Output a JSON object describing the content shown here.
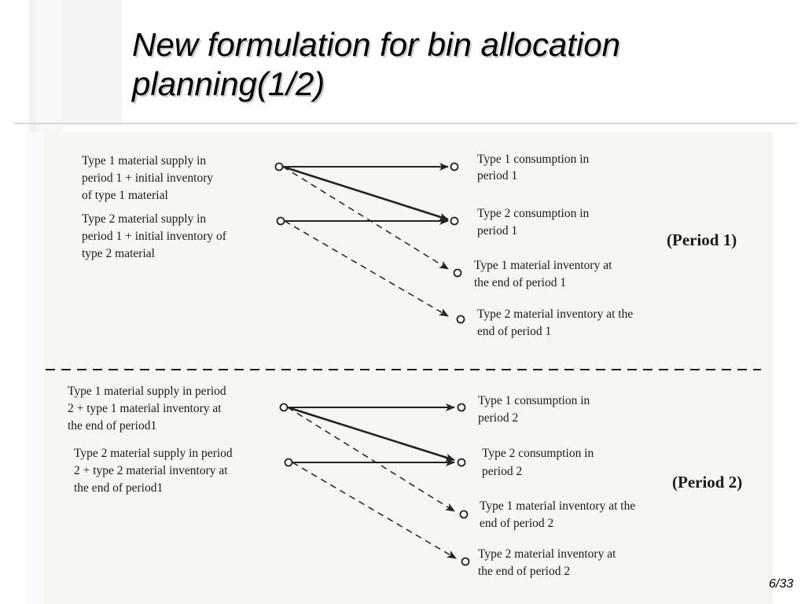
{
  "slide": {
    "title_line1": "New formulation for bin allocation",
    "title_line2": "planning(1/2)",
    "page_number": "6/33"
  },
  "diagram": {
    "period1": {
      "label": "(Period 1)",
      "sources": [
        [
          "Type 1 material supply in",
          "period 1 + initial inventory",
          "of type 1 material"
        ],
        [
          "Type 2 material supply in",
          "period 1 + initial inventory of",
          "type 2 material"
        ]
      ],
      "targets": [
        [
          "Type 1 consumption in",
          "period 1"
        ],
        [
          "Type 2 consumption in",
          "period 1"
        ],
        [
          "Type 1 material inventory at",
          "the end of period 1"
        ],
        [
          "Type 2 material inventory at the",
          "end of period 1"
        ]
      ]
    },
    "period2": {
      "label": "(Period 2)",
      "sources": [
        [
          "Type 1 material supply in period",
          "2 + type 1 material inventory at",
          "the end of period1"
        ],
        [
          "Type 2 material supply in period",
          "2 + type 2 material inventory at",
          "the end of period1"
        ]
      ],
      "targets": [
        [
          "Type 1 consumption in",
          "period 2"
        ],
        [
          "Type 2 consumption in",
          "period 2"
        ],
        [
          "Type 1 material inventory at the",
          "end of period 2"
        ],
        [
          "Type 2 material inventory at",
          "the end of period 2"
        ]
      ]
    }
  }
}
